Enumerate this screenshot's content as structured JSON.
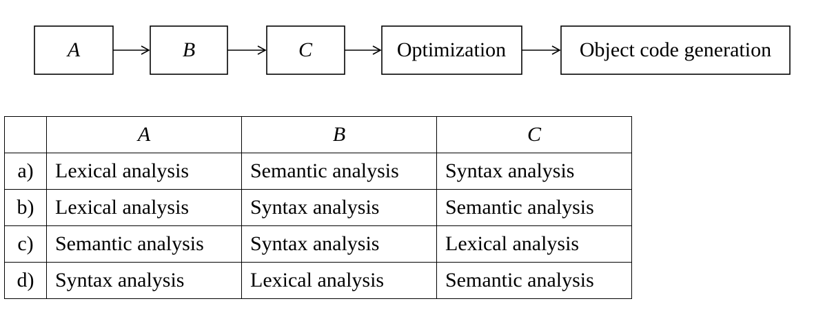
{
  "flow": {
    "boxes": [
      {
        "id": "a",
        "label": "A",
        "italic": true
      },
      {
        "id": "b",
        "label": "B",
        "italic": true
      },
      {
        "id": "c",
        "label": "C",
        "italic": true
      },
      {
        "id": "optimization",
        "label": "Optimization",
        "italic": false
      },
      {
        "id": "object-code",
        "label": "Object code generation",
        "italic": false
      }
    ]
  },
  "table": {
    "headers": [
      "A",
      "B",
      "C"
    ],
    "rows": [
      {
        "option": "a)",
        "a": "Lexical analysis",
        "b": "Semantic analysis",
        "c": "Syntax analysis"
      },
      {
        "option": "b)",
        "a": "Lexical analysis",
        "b": "Syntax analysis",
        "c": "Semantic analysis"
      },
      {
        "option": "c)",
        "a": "Semantic analysis",
        "b": "Syntax analysis",
        "c": "Lexical analysis"
      },
      {
        "option": "d)",
        "a": "Syntax analysis",
        "b": "Lexical analysis",
        "c": "Semantic analysis"
      }
    ]
  }
}
